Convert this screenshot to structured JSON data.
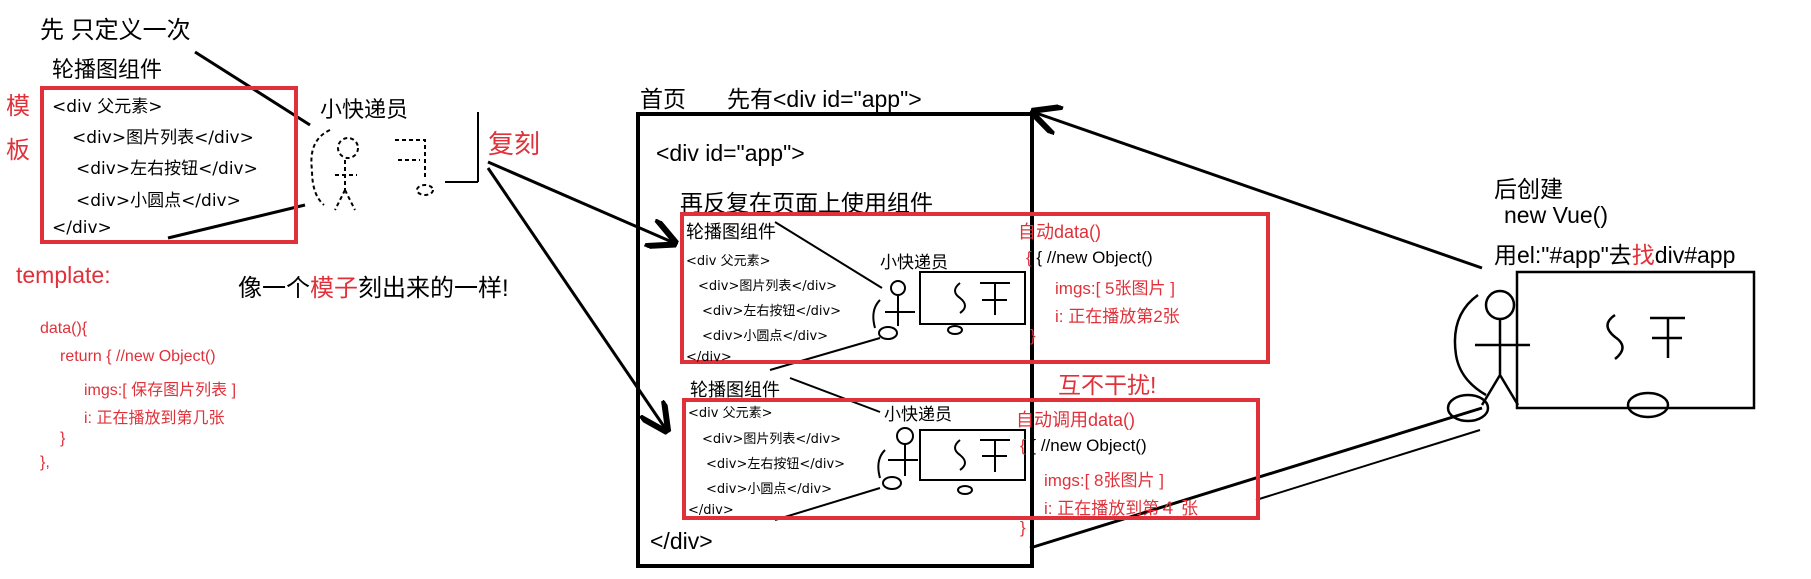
{
  "left": {
    "top_note": "先 只定义一次",
    "component_title": "轮播图组件",
    "template_side_label": [
      "模",
      "板"
    ],
    "template_lines": [
      "<div 父元素>",
      "<div>图片列表</div>",
      "<div>左右按钮</div>",
      "<div>小圆点</div>",
      "</div>"
    ],
    "template_label": "template:",
    "courier_label": "小快递员",
    "copy_label": "复刻",
    "mold_text_pre": "像一个",
    "mold_text_emph": "模子",
    "mold_text_post": "刻出来的一样!",
    "data_lines": [
      "data(){",
      "return { //new Object()",
      "imgs:[ 保存图片列表 ]",
      "i: 正在播放到第几张",
      "}",
      "},"
    ]
  },
  "middle": {
    "page_label": "首页",
    "first_label": "先有<div id=\"app\">",
    "app_open": "<div id=\"app\">",
    "reuse_label": "再反复在页面上使用组件",
    "app_close": "</div>",
    "no_interfere": "互不干扰!",
    "instances": [
      {
        "title": "轮播图组件",
        "lines": [
          "<div 父元素>",
          "<div>图片列表</div>",
          "<div>左右按钮</div>",
          "<div>小圆点</div>",
          "</div>"
        ],
        "courier": "小快递员",
        "data_header": "自动data()",
        "data_lines": [
          "{ //new Object()",
          "imgs:[    5张图片        ]",
          "i: 正在播放第2张",
          "}"
        ]
      },
      {
        "title": "轮播图组件",
        "lines": [
          "<div 父元素>",
          "<div>图片列表</div>",
          "<div>左右按钮</div>",
          "<div>小圆点</div>",
          "</div>"
        ],
        "courier": "小快递员",
        "data_header": "自动调用data()",
        "data_lines": [
          "{ //new Object()",
          "imgs:[    8张图片       ]",
          "i: 正在播放到第４ 张",
          "}"
        ]
      }
    ]
  },
  "right": {
    "later_label": "后创建",
    "new_vue": "new Vue()",
    "el_pre": "用el:\"#app\"去",
    "el_emph": "找",
    "el_post": "div#app"
  },
  "colors": {
    "accent_red": "#e0313a",
    "ink": "#000000"
  }
}
